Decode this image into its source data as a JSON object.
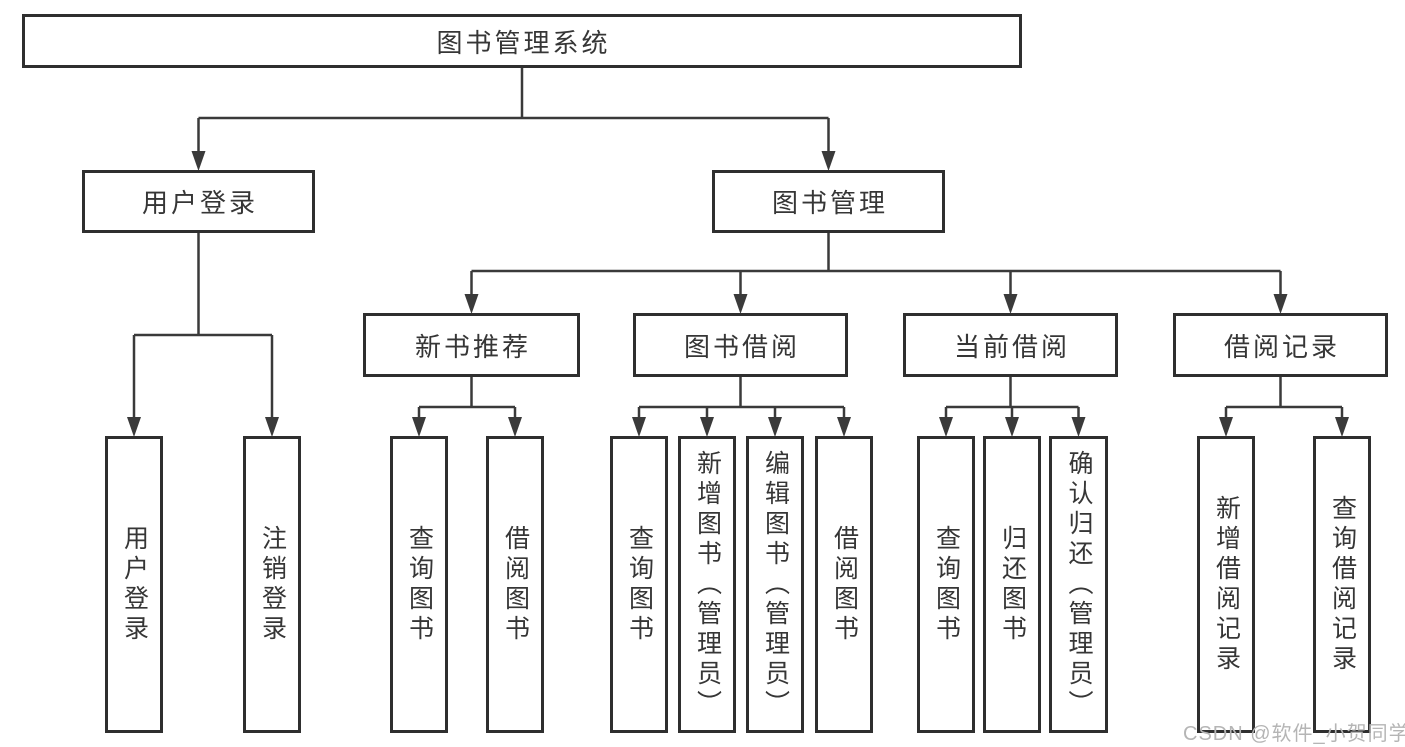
{
  "colors": {
    "line": "#3a3a3a",
    "box_border": "#2f2f2f",
    "text": "#363636",
    "background": "#ffffff",
    "watermark": "#b5b5b5"
  },
  "watermark": {
    "text": "CSDN @软件_小贺同学"
  },
  "tree": {
    "label": "图书管理系统",
    "children": [
      {
        "label": "用户登录",
        "children": [
          {
            "label": "用户登录"
          },
          {
            "label": "注销登录"
          }
        ]
      },
      {
        "label": "图书管理",
        "children": [
          {
            "label": "新书推荐",
            "children": [
              {
                "label": "查询图书"
              },
              {
                "label": "借阅图书"
              }
            ]
          },
          {
            "label": "图书借阅",
            "children": [
              {
                "label": "查询图书"
              },
              {
                "label": "新增图书（管理员）"
              },
              {
                "label": "编辑图书（管理员）"
              },
              {
                "label": "借阅图书"
              }
            ]
          },
          {
            "label": "当前借阅",
            "children": [
              {
                "label": "查询图书"
              },
              {
                "label": "归还图书"
              },
              {
                "label": "确认归还（管理员）"
              }
            ]
          },
          {
            "label": "借阅记录",
            "children": [
              {
                "label": "新增借阅记录"
              },
              {
                "label": "查询借阅记录"
              }
            ]
          }
        ]
      }
    ]
  }
}
